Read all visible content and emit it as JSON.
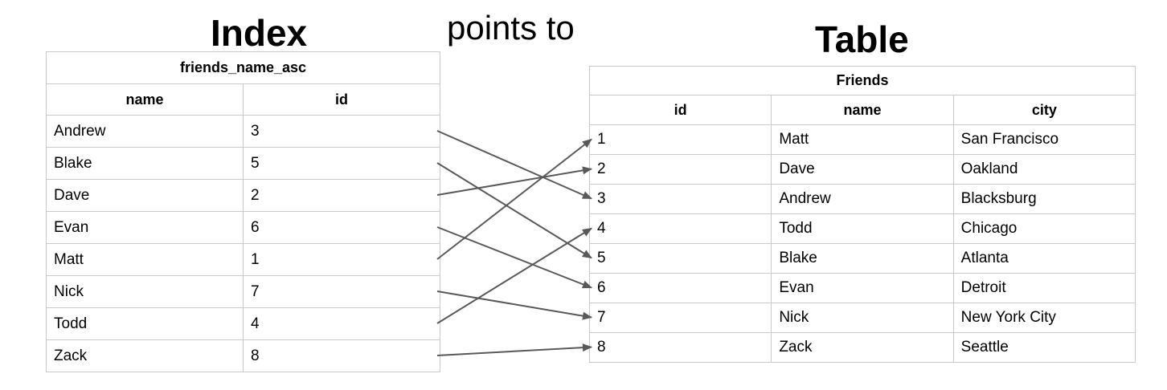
{
  "titles": {
    "index": "Index",
    "points_to": "points to",
    "table": "Table"
  },
  "index_table": {
    "title": "friends_name_asc",
    "columns": [
      "name",
      "id"
    ],
    "rows": [
      [
        "Andrew",
        "3"
      ],
      [
        "Blake",
        "5"
      ],
      [
        "Dave",
        "2"
      ],
      [
        "Evan",
        "6"
      ],
      [
        "Matt",
        "1"
      ],
      [
        "Nick",
        "7"
      ],
      [
        "Todd",
        "4"
      ],
      [
        "Zack",
        "8"
      ]
    ]
  },
  "friends_table": {
    "title": "Friends",
    "columns": [
      "id",
      "name",
      "city"
    ],
    "rows": [
      [
        "1",
        "Matt",
        "San Francisco"
      ],
      [
        "2",
        "Dave",
        "Oakland"
      ],
      [
        "3",
        "Andrew",
        "Blacksburg"
      ],
      [
        "4",
        "Todd",
        "Chicago"
      ],
      [
        "5",
        "Blake",
        "Atlanta"
      ],
      [
        "6",
        "Evan",
        "Detroit"
      ],
      [
        "7",
        "Nick",
        "New York City"
      ],
      [
        "8",
        "Zack",
        "Seattle"
      ]
    ]
  },
  "arrows": [
    {
      "from_name": "Andrew",
      "to_id": "3"
    },
    {
      "from_name": "Blake",
      "to_id": "5"
    },
    {
      "from_name": "Dave",
      "to_id": "2"
    },
    {
      "from_name": "Evan",
      "to_id": "6"
    },
    {
      "from_name": "Matt",
      "to_id": "1"
    },
    {
      "from_name": "Nick",
      "to_id": "7"
    },
    {
      "from_name": "Todd",
      "to_id": "4"
    },
    {
      "from_name": "Zack",
      "to_id": "8"
    }
  ],
  "colors": {
    "arrow": "#595959",
    "table_border": "#c9c9c9",
    "text": "#000000",
    "background": "#ffffff"
  }
}
